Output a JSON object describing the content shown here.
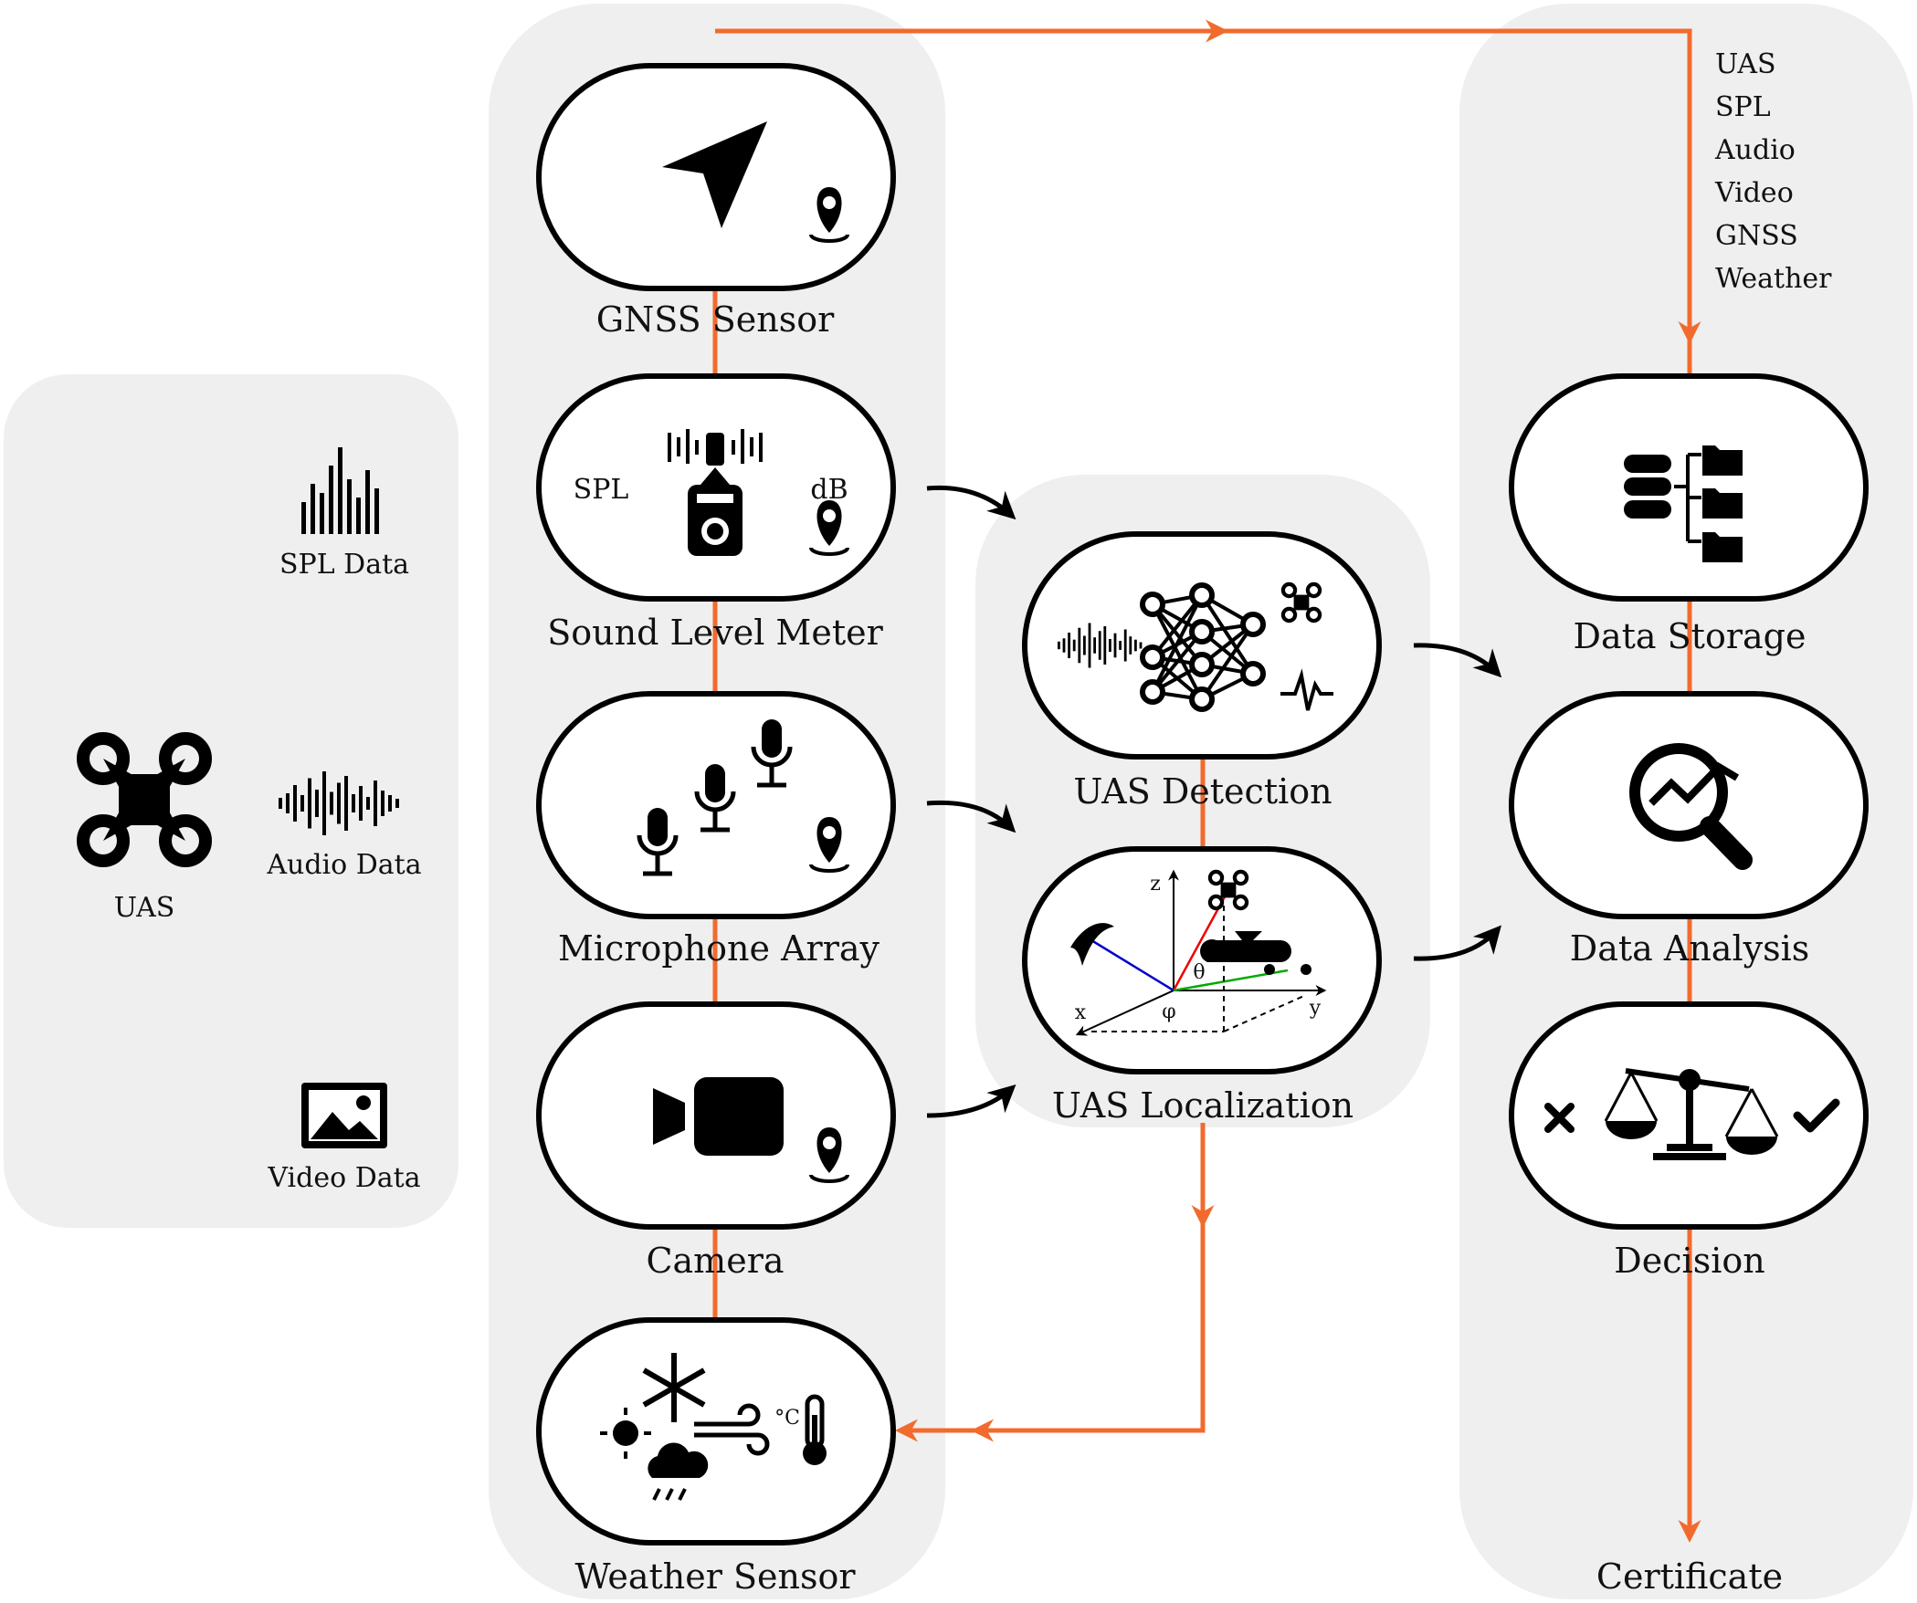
{
  "uas_panel": {
    "uas": "UAS",
    "spl_data": "SPL Data",
    "audio_data": "Audio Data",
    "video_data": "Video Data"
  },
  "sensors": {
    "gnss": "GNSS Sensor",
    "slm": "Sound Level Meter",
    "slm_spl": "SPL",
    "slm_db": "dB",
    "mic": "Microphone Array",
    "camera": "Camera",
    "weather": "Weather Sensor",
    "weather_unit": "°C"
  },
  "processing": {
    "detection": "UAS Detection",
    "localization": "UAS Localization",
    "axis_x": "x",
    "axis_y": "y",
    "axis_z": "z",
    "theta": "θ",
    "phi": "φ"
  },
  "storage_list": [
    "UAS",
    "SPL",
    "Audio",
    "Video",
    "GNSS",
    "Weather"
  ],
  "output": {
    "storage": "Data Storage",
    "analysis": "Data Analysis",
    "decision": "Decision",
    "certificate": "Certificate"
  },
  "colors": {
    "flow_line": "#f26a2e",
    "panel_bg": "#efefef"
  }
}
